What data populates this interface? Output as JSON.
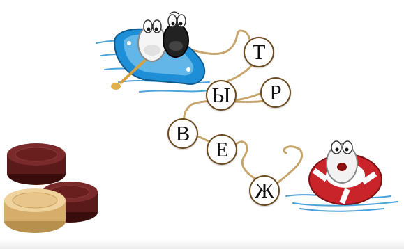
{
  "letters": [
    "Т",
    "Ы",
    "Р",
    "В",
    "Е",
    "Ж"
  ],
  "colors": {
    "rope": "#c7a46a",
    "water": "#4aa3d8",
    "boat": "#1e8fd6",
    "lifebuoy_red": "#c8242a",
    "checker_dark": "#5a1a1a",
    "checker_light": "#e8c58a"
  },
  "icons": [
    "boat-icon",
    "checker-characters-icon",
    "lifebuoy-icon",
    "checker-pieces-icon"
  ]
}
